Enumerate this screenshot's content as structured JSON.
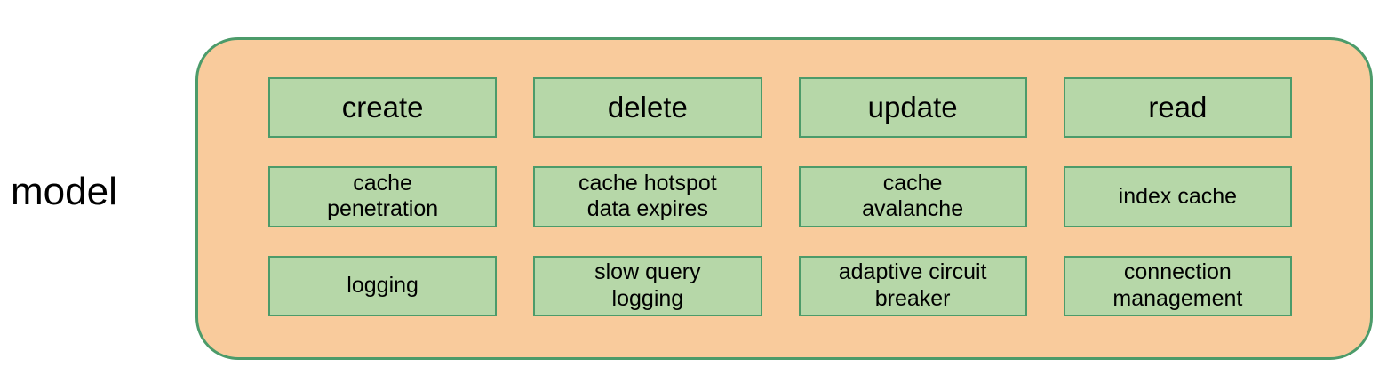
{
  "colors": {
    "container_fill": "#f9cb9c",
    "container_border": "#4c9b6a",
    "box_fill": "#b6d7a8",
    "box_border": "#4c9b6a",
    "text": "#000000",
    "background": "#ffffff"
  },
  "diagram": {
    "side_label": "model",
    "rows": [
      {
        "cells": [
          "create",
          "delete",
          "update",
          "read"
        ]
      },
      {
        "cells": [
          "cache\npenetration",
          "cache hotspot\ndata expires",
          "cache\navalanche",
          "index cache"
        ]
      },
      {
        "cells": [
          "logging",
          "slow query\nlogging",
          "adaptive circuit\nbreaker",
          "connection\nmanagement"
        ]
      }
    ]
  }
}
